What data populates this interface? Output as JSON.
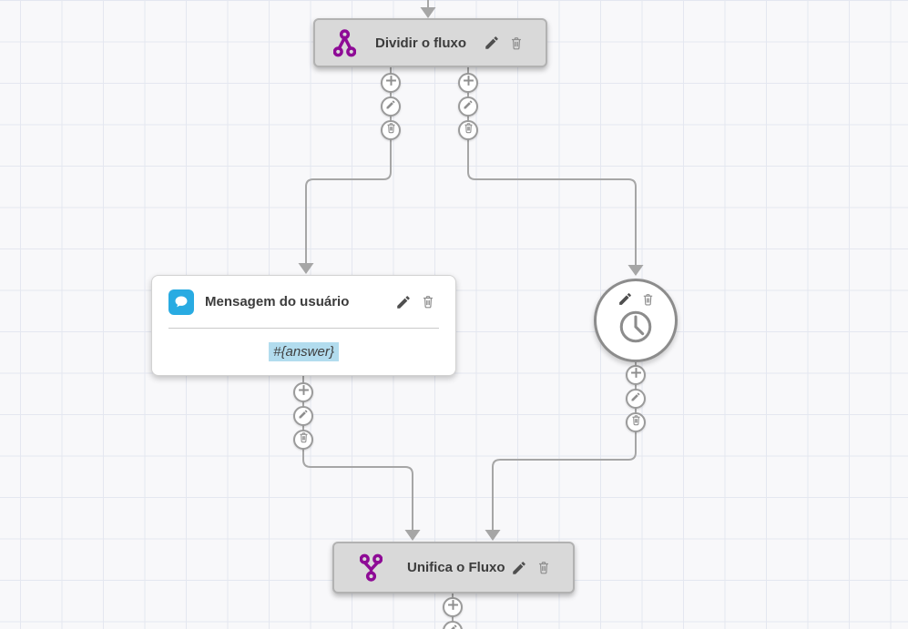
{
  "flow": {
    "split_node": {
      "title": "Dividir o fluxo",
      "icon": "split-flow-icon"
    },
    "message_node": {
      "title": "Mensagem do usuário",
      "body_value": "#{answer}",
      "icon": "chat-bubble-icon"
    },
    "timer_node": {
      "icon": "clock-icon"
    },
    "merge_node": {
      "title": "Unifica o Fluxo",
      "icon": "merge-flow-icon"
    }
  },
  "colors": {
    "accent_purple": "#8e0b96",
    "accent_blue": "#29abe2",
    "variable_highlight": "#b2dcee",
    "node_gray": "#d9d9d9",
    "wire_gray": "#a6a6a6"
  }
}
